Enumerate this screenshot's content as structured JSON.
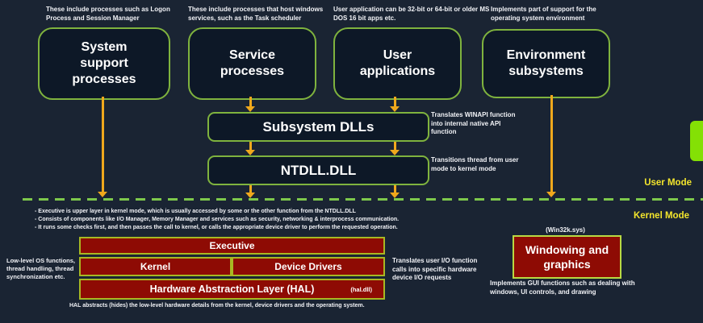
{
  "top_row": [
    {
      "note": "These include processes such as Logon Process and Session Manager",
      "label": "System support processes"
    },
    {
      "note": "These include processes that host windows services, such as the Task scheduler",
      "label": "Service processes"
    },
    {
      "note": "User application can be 32-bit or 64-bit or older MS DOS 16 bit apps etc.",
      "label": "User applications"
    },
    {
      "note": "Implements part of support for the operating system environment",
      "label": "Environment subsystems"
    }
  ],
  "middle": {
    "subsystem_dlls_label": "Subsystem DLLs",
    "subsystem_note": "Translates WINAPI function into internal native API function",
    "ntdll_label": "NTDLL.DLL",
    "ntdll_note": "Transitions thread from user mode to kernel mode"
  },
  "mode_labels": {
    "user": "User Mode",
    "kernel": "Kernel Mode"
  },
  "kernel_section": {
    "bullets": [
      "- Executive is upper layer in kernel mode, which is usually accessed by some or the other function from the NTDLL.DLL",
      "- Consists of components like I/O Manager, Memory Manager and services such as security, networking & interprocess communication.",
      "- It runs some checks first, and then passes the call to kernel, or calls the appropriate device driver to perform the requested operation."
    ],
    "executive_label": "Executive",
    "kernel_label": "Kernel",
    "device_drivers_label": "Device Drivers",
    "hal_label": "Hardware Abstraction Layer (HAL)",
    "hal_file": "(hal.dll)",
    "left_note": "Low-level OS functions, thread handling, thread synchronization etc.",
    "io_note": "Translates user I/O function calls into specific hardware device I/O requests",
    "hal_caption": "HAL abstracts (hides) the low-level hardware details from the kernel, device drivers and the operating system.",
    "win32k_file": "(Win32k.sys)",
    "windowing_label": "Windowing and graphics",
    "gui_note": "Implements GUI functions such as dealing with windows, UI controls, and drawing"
  },
  "colors": {
    "background": "#1a2433",
    "box_fill": "#0d1827",
    "green_border": "#7fb33e",
    "dashed_line": "#7ec84b",
    "arrow": "#f0a81c",
    "red_fill": "#8e0b04",
    "red_border": "#a8b823",
    "windowing_border": "#b9d943",
    "mode_label_color": "#f3e52c",
    "side_tab": "#84e005"
  }
}
